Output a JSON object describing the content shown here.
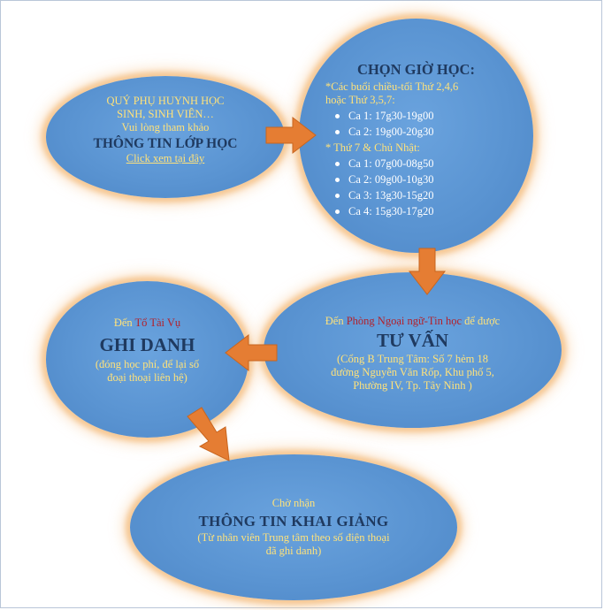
{
  "step1": {
    "line1": "QUÝ PHỤ HUYNH HỌC",
    "line2": "SINH, SINH VIÊN…",
    "line3": "Vui lòng tham khảo",
    "heading": "THÔNG TIN LỚP HỌC",
    "link": "Click xem tại đây"
  },
  "step2": {
    "title": "CHỌN GIỜ HỌC:",
    "weekday_note_1": "*Các buổi chiều-tối Thứ 2,4,6",
    "weekday_note_2": "hoặc Thứ 3,5,7:",
    "weekday_shifts": [
      "Ca 1: 17g30-19g00",
      "Ca 2: 19g00-20g30"
    ],
    "weekend_note": "* Thứ 7 & Chủ Nhật:",
    "weekend_shifts": [
      "Ca 1: 07g00-08g50",
      "Ca 2: 09g00-10g30",
      "Ca 3: 13g30-15g20",
      "Ca 4: 15g30-17g20"
    ]
  },
  "step3": {
    "prefix": "Đến",
    "office": "Tổ Tài Vụ",
    "heading": "GHI DANH",
    "detail_1": "(đóng học phí, để lại số",
    "detail_2": "đoại thoại liên hệ)"
  },
  "step4": {
    "prefix": "Đến",
    "office": "Phòng Ngoại ngữ-Tin học",
    "suffix": "để được",
    "heading": "TƯ VẤN",
    "address_1": "(Cổng B Trung Tâm: Số 7 hẻm 18",
    "address_2": "đường Nguyễn Văn Rốp, Khu phố 5,",
    "address_3": "Phường IV, Tp. Tây Ninh )"
  },
  "step5": {
    "line1": "Chờ nhận",
    "heading": "THÔNG TIN KHAI GIẢNG",
    "detail_1": "(Từ nhân viên Trung tâm theo số điện thoại",
    "detail_2": "đã ghi danh)"
  },
  "colors": {
    "bubble_fill": "#5a94d2",
    "bubble_glow": "#f6c996",
    "arrow": "#e57d33",
    "heading_text": "#1f3a60",
    "highlight_text": "#ffe27a",
    "office_text": "#b3202a"
  }
}
